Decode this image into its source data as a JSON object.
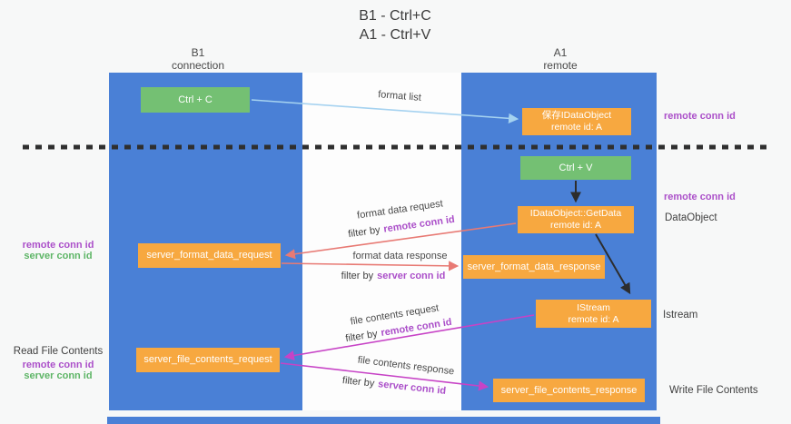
{
  "title": {
    "line1": "B1 - Ctrl+C",
    "line2": "A1 - Ctrl+V"
  },
  "columns": {
    "left": {
      "name": "B1",
      "role": "connection"
    },
    "right": {
      "name": "A1",
      "role": "remote"
    }
  },
  "nodes": {
    "ctrl_c": {
      "label": "Ctrl + C"
    },
    "ctrl_v": {
      "label": "Ctrl + V"
    },
    "save_dataobject": {
      "line1": "保存IDataObject",
      "line2": "remote id: A"
    },
    "getdata": {
      "line1": "IDataObject::GetData",
      "line2": "remote id: A"
    },
    "istream": {
      "line1": "IStream",
      "line2": "remote id: A"
    },
    "format_request": {
      "label": "server_format_data_request"
    },
    "format_response": {
      "label": "server_format_data_response"
    },
    "file_request": {
      "label": "server_file_contents_request"
    },
    "file_response": {
      "label": "server_file_contents_response"
    }
  },
  "arrow_labels": {
    "format_list": "format list",
    "format_data_request": "format data request",
    "format_data_response": "format data response",
    "file_contents_request": "file contents request",
    "file_contents_response": "file contents response",
    "filter_by": "filter by",
    "remote_conn_id": "remote conn id",
    "server_conn_id": "server conn id"
  },
  "side_labels": {
    "right_remote_conn_top": "remote conn id",
    "right_remote_conn_mid": "remote conn id",
    "dataobject": "DataObject",
    "istream": "Istream",
    "write_file_contents": "Write File Contents",
    "left_remote_conn_mid": "remote conn id",
    "left_server_conn_mid": "server conn id",
    "read_file_contents": "Read File Contents",
    "left_remote_conn_bottom": "remote conn id",
    "left_server_conn_bottom": "server conn id"
  },
  "colors": {
    "column_blue": "#4a80d6",
    "box_orange": "#f7a840",
    "box_green": "#74c073",
    "arrow_light_blue": "#a5d2f0",
    "arrow_salmon": "#e87a74",
    "arrow_magenta": "#c743c6",
    "arrow_black": "#2d2d2d",
    "label_purple": "#ab4fc9",
    "label_green": "#5db566"
  }
}
